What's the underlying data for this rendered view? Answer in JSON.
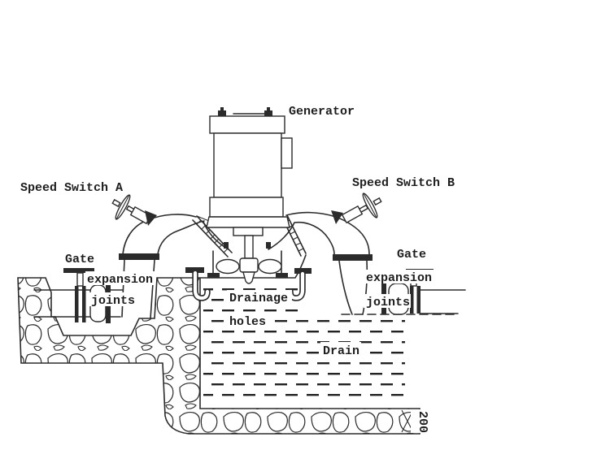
{
  "labels": {
    "generator": "Generator",
    "speed_switch_a": "Speed Switch A",
    "speed_switch_b": "Speed Switch B",
    "gate_left": {
      "l1": "Gate",
      "l2": "expansion",
      "l3": "joints"
    },
    "gate_right": {
      "l1": "Gate",
      "l2": "expansion",
      "l3": "joints"
    },
    "drainage": {
      "l1": "Drainage",
      "l2": "holes"
    },
    "drain": "Drain",
    "dimension": "200"
  },
  "colors": {
    "ink": "#2b2b2b",
    "background": "#ffffff"
  }
}
